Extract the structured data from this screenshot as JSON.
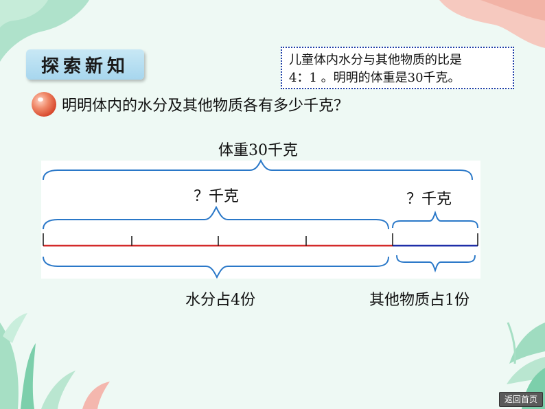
{
  "section_tag": "探索新知",
  "info_box": {
    "line1": "儿童体内水分与其他物质的比是",
    "line2": "4：1 。明明的体重是30千克。"
  },
  "question": "明明体内的水分及其他物质各有多少千克？",
  "diagram": {
    "total_label": "体重30千克",
    "water_unknown": "？千克",
    "other_unknown": "？千克",
    "water_parts_label": "水分占4份",
    "other_parts_label": "其他物质占1份",
    "ratio_water": 4,
    "ratio_other": 1,
    "total_kg": 30,
    "colors": {
      "water_line": "#d42a2a",
      "other_line": "#1f2ea8"
    }
  },
  "home_button": "返回首页"
}
